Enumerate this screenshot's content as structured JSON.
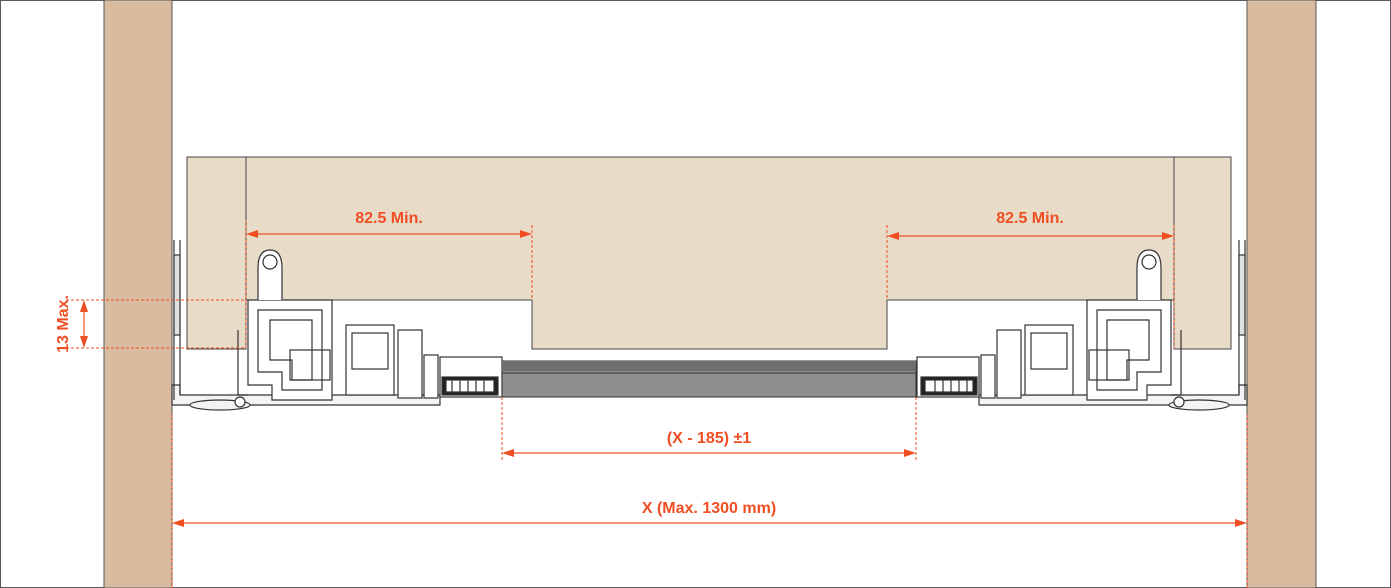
{
  "dimensions": {
    "left_reach": "82.5 Min.",
    "right_reach": "82.5 Min.",
    "height_max": "13 Max.",
    "rod_length": "(X - 185) ±1",
    "inner_width": "X (Max. 1300 mm)"
  },
  "colors": {
    "dimension": "#f04e23",
    "cabinet_wall": "#d9bba0",
    "drawer_panel": "#e8dcc8",
    "outline": "#444444",
    "rod": "#8e8e8e"
  }
}
